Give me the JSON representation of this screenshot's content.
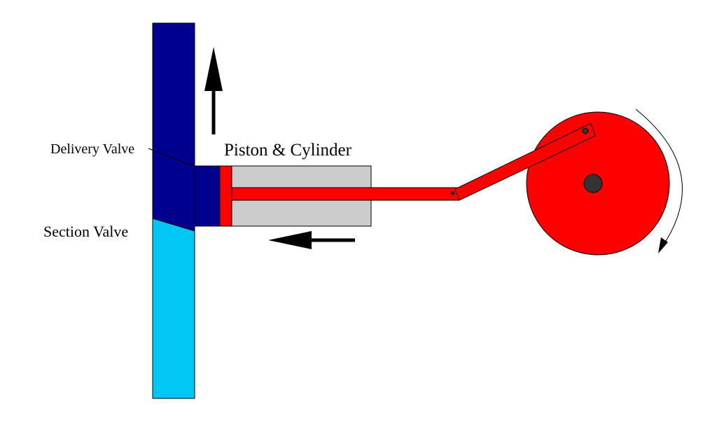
{
  "labels": {
    "delivery_valve": "Delivery Valve",
    "section_valve": "Section Valve",
    "piston_cylinder": "Piston & Cylinder"
  },
  "colors": {
    "delivery_pipe": "#00008f",
    "suction_pipe": "#00c8f5",
    "cylinder_body": "#cccccc",
    "piston_rod_crank": "#ff0000",
    "crank_hub": "#333333",
    "arrow": "#000000",
    "outline": "#000000",
    "background": "#ffffff"
  },
  "icons": {
    "flow_up": "arrow-up-icon",
    "piston_motion": "arrow-left-icon",
    "crank_rotation": "rotation-arrow-icon"
  }
}
